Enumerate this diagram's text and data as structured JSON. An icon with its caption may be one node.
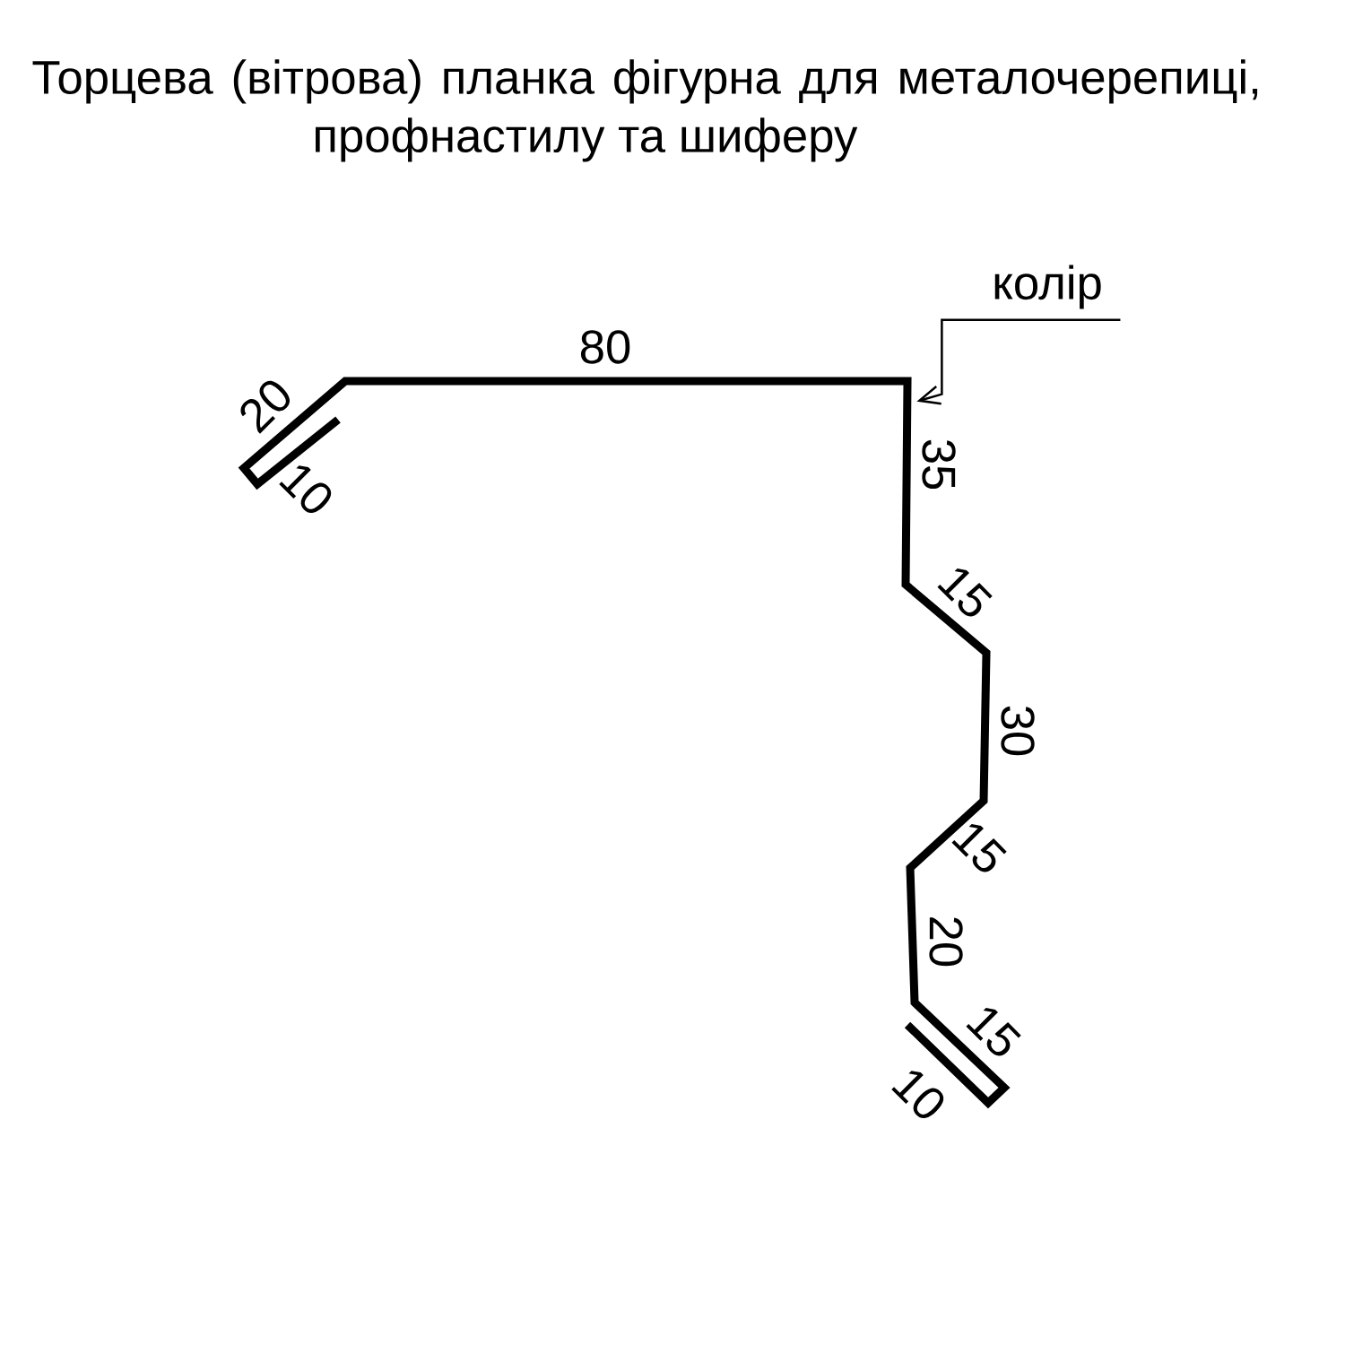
{
  "diagram": {
    "title": "Торцева (вітрова) планка фігурна для металочерепиці, профнастилу та шиферу",
    "nodes": [
      {
        "text": [
          "колір"
        ]
      },
      {
        "text": [],
        "shape": "picture"
      }
    ],
    "edges": [
      {
        "from": 0,
        "to": 1,
        "arrow": "to"
      }
    ],
    "labels": [
      "20",
      "10",
      "80",
      "35",
      "15",
      "30",
      "15",
      "20",
      "15",
      "10"
    ]
  }
}
